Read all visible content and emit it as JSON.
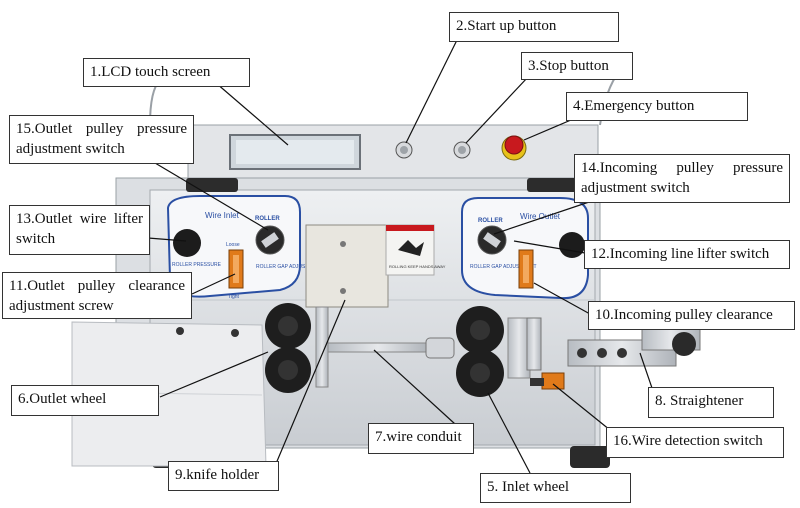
{
  "labels": {
    "lcd": "1.LCD touch screen",
    "start": "2.Start up button",
    "stop": "3.Stop button",
    "emergency": "4.Emergency button",
    "inlet_wheel": "5. Inlet wheel",
    "outlet_wheel": "6.Outlet wheel",
    "wire_conduit": "7.wire conduit",
    "straightener": "8. Straightener",
    "knife_holder": "9.knife holder",
    "incoming_clearance": "10.Incoming pulley clearance",
    "outlet_clearance": "11.Outlet pulley clearance adjustment screw",
    "incoming_lifter": "12.Incoming line lifter switch",
    "outlet_lifter": "13.Outlet wire lifter switch",
    "incoming_pressure": "14.Incoming pulley pressure adjustment switch",
    "outlet_pressure": "15.Outlet pulley pressure adjustment switch",
    "wire_detection": "16.Wire detection switch"
  },
  "panel_text": {
    "wire_inlet": "Wire Inlet",
    "wire_outlet": "Wire Outlet",
    "roller_left": "ROLLER",
    "roller_right": "ROLLER",
    "roller_gap_left": "ROLLER GAP ADJUSTMENT",
    "roller_gap_right": "ROLLER GAP ADJUSTMENT",
    "roller_pressure": "ROLLER PRESSURE",
    "loose": "Loose",
    "tight": "Tight",
    "warning": "ROLLING KEEP HANDS AWAY"
  },
  "colors": {
    "panel_blue": "#2a4fa3",
    "orange": "#e07a1a",
    "emergency_red": "#c8191e"
  }
}
